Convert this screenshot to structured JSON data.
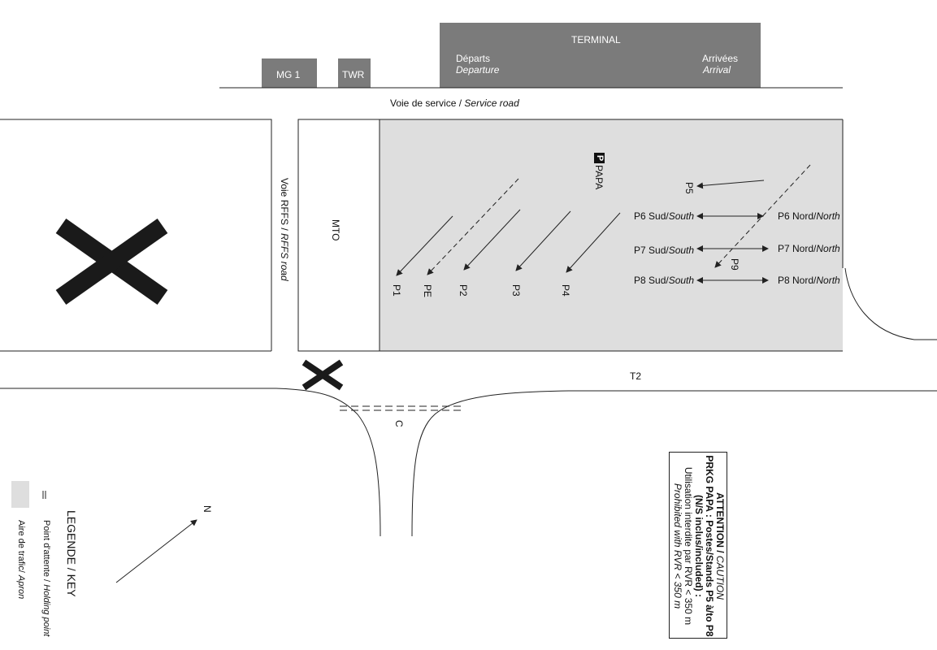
{
  "buildings": {
    "terminal": {
      "title": "TERMINAL",
      "departures_fr": "Départs",
      "departures_en": "Departure",
      "arrivals_fr": "Arrivées",
      "arrivals_en": "Arrival"
    },
    "mg1": "MG 1",
    "twr": "TWR"
  },
  "roads": {
    "service_road_fr": "Voie de service / ",
    "service_road_en": "Service road",
    "rffs_road_fr": "Voie RFFS / ",
    "rffs_road_en": "RFFS road",
    "mto": "MTO",
    "taxiway_t2": "T2",
    "taxiway_c": "C"
  },
  "parking": {
    "badge": "P",
    "name": "PAPA",
    "stands_oblique": [
      "P1",
      "PE",
      "P2",
      "P3",
      "P4"
    ],
    "stand_p5": "P5",
    "stand_p9": "P9",
    "stands_paired": [
      {
        "sud": "P6 Sud/",
        "sud_en": "South",
        "nord": "P6 Nord/",
        "nord_en": "North"
      },
      {
        "sud": "P7 Sud/",
        "sud_en": "South",
        "nord": "P7 Nord/",
        "nord_en": "North"
      },
      {
        "sud": "P8 Sud/",
        "sud_en": "South",
        "nord": "P8 Nord/",
        "nord_en": "North"
      }
    ]
  },
  "caution": {
    "title_fr": "ATTENTION / ",
    "title_en": "CAUTION",
    "line1": "PRKG PAPA : Postes/Stands P5 à/to P8",
    "line2": "(N/S inclus/included) :",
    "line3": "Utilisation interdite par RVR < 350 m",
    "line4": "Prohibited with RVR < 350 m"
  },
  "legend": {
    "title": "LEGENDE / KEY",
    "holding_fr": "Point d'attente / ",
    "holding_en": "Holding point",
    "apron_fr": "Aire de trafic/ ",
    "apron_en": "Apron"
  },
  "north_label": "N",
  "colors": {
    "building": "#7b7b7b",
    "apron": "#dedede",
    "line": "#222222",
    "closed_mark": "#1a1a1a"
  }
}
